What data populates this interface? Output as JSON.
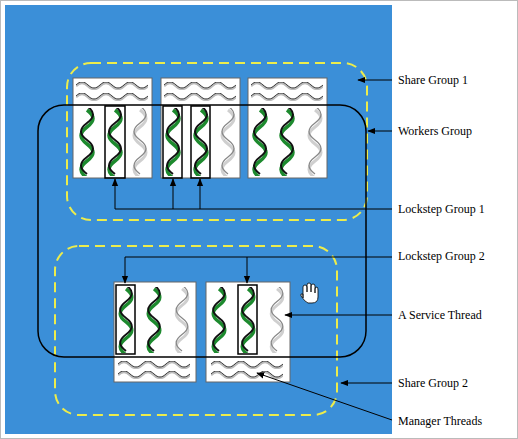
{
  "diagram": {
    "labels": [
      "Share Group 1",
      "Workers Group",
      "Lockstep Group 1",
      "Lockstep Group 2",
      "A Service Thread",
      "Share Group 2",
      "Manager Threads"
    ]
  }
}
